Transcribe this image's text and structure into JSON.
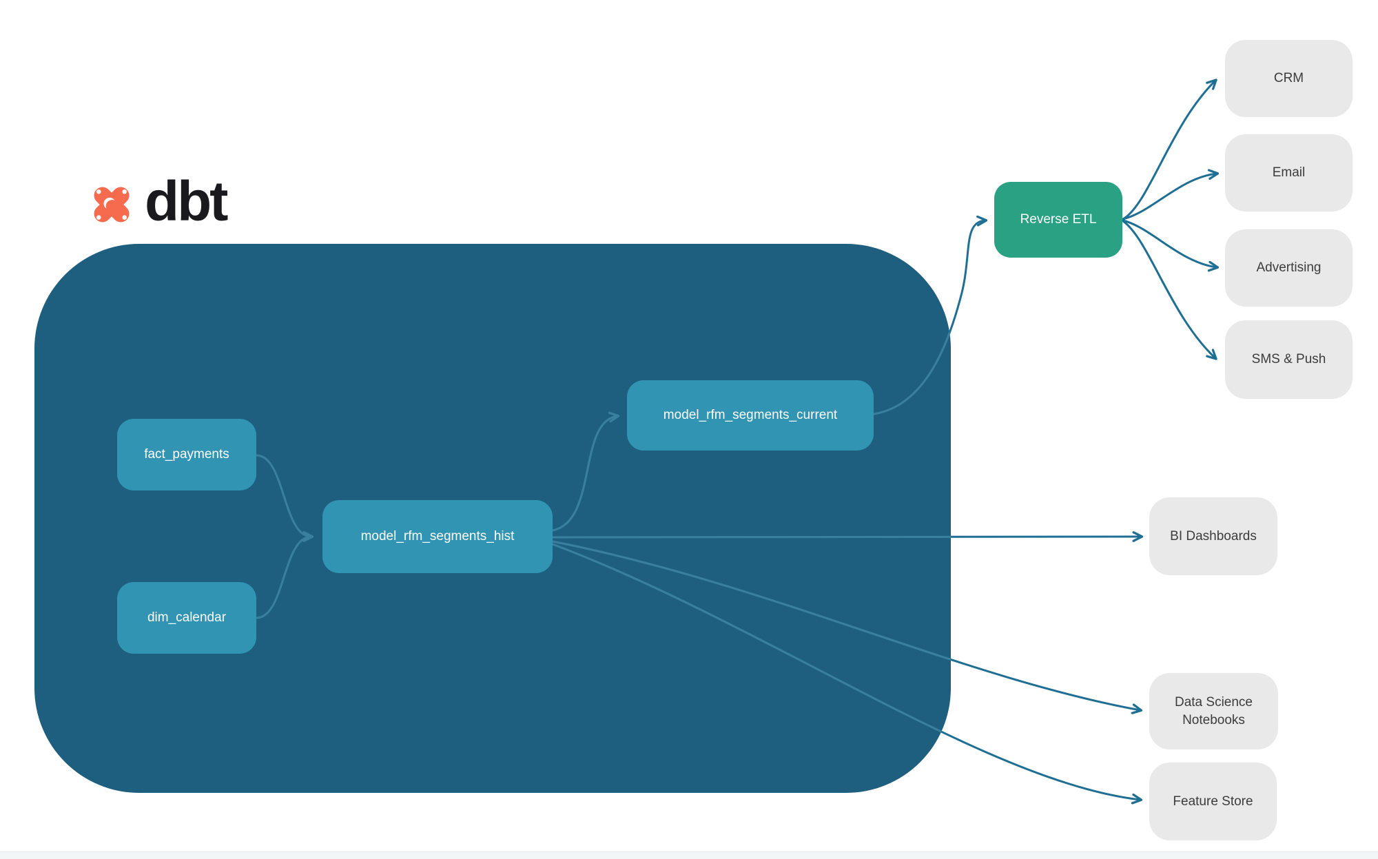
{
  "logo": {
    "brand": "dbt"
  },
  "colors": {
    "container-bg": "#1E5F7F",
    "node-bg": "#3194B3",
    "node-text": "#FFFFFF",
    "etl-bg": "#2AA183",
    "dest-bg": "#E9E9E9",
    "dest-text": "#3C3C3C",
    "line-outer": "#1F6E94",
    "line-inner": "#3A809E",
    "logo-orange": "#F66A4E",
    "logo-text": "#1A1A1E"
  },
  "nodes": {
    "fact": {
      "label": "fact_payments"
    },
    "dim": {
      "label": "dim_calendar"
    },
    "hist": {
      "label": "model_rfm_segments_hist"
    },
    "current": {
      "label": "model_rfm_segments_current"
    },
    "retl": {
      "label": "Reverse ETL"
    },
    "crm": {
      "label": "CRM"
    },
    "email": {
      "label": "Email"
    },
    "advertising": {
      "label": "Advertising"
    },
    "sms": {
      "label": "SMS & Push"
    },
    "bi": {
      "label": "BI Dashboards"
    },
    "ds": {
      "label": "Data Science Notebooks"
    },
    "fs": {
      "label": "Feature Store"
    }
  }
}
